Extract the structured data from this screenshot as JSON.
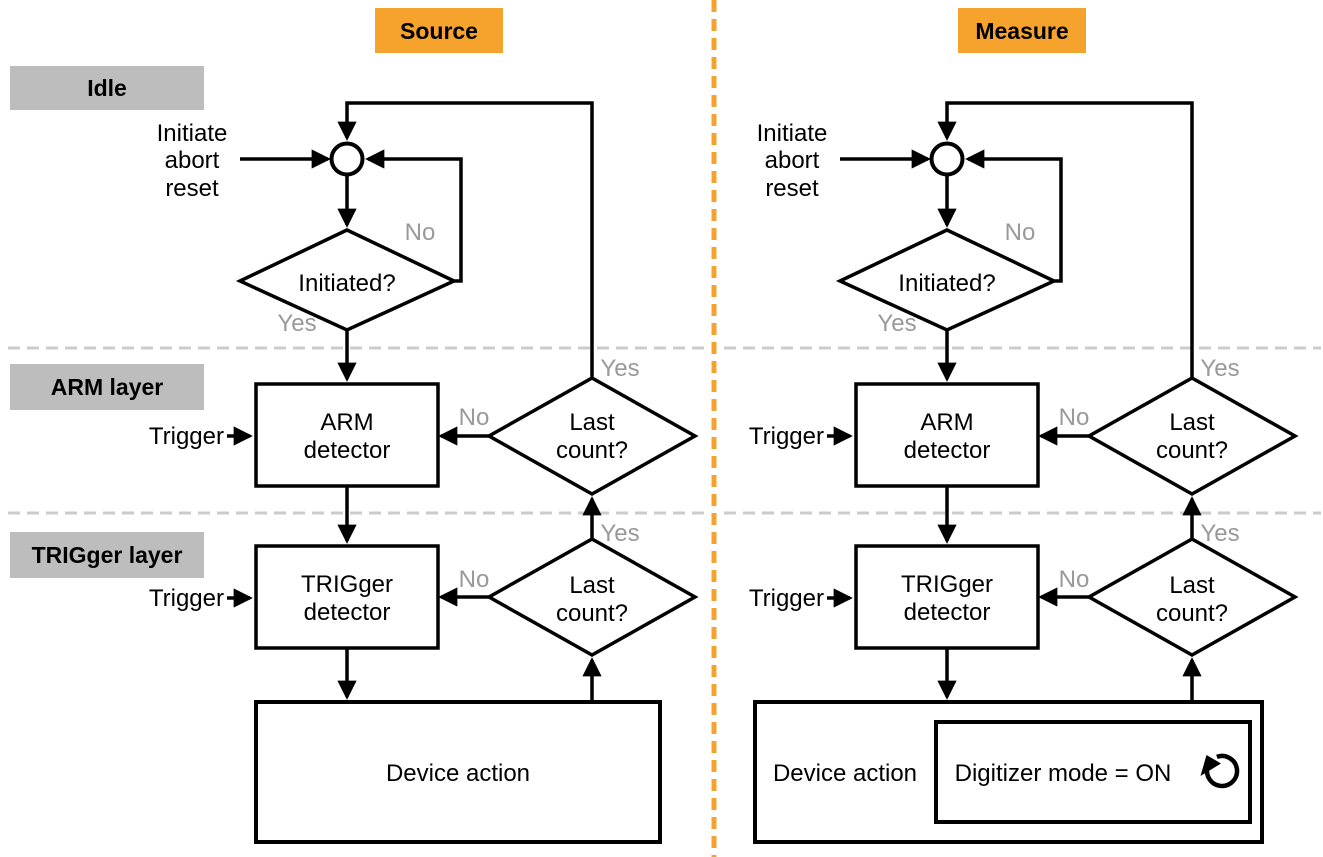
{
  "figure": {
    "title_semantics": "Trigger model flowchart with Source and Measure columns",
    "columns": {
      "source": {
        "header": "Source"
      },
      "measure": {
        "header": "Measure"
      }
    },
    "layer_labels": {
      "idle": "Idle",
      "arm": "ARM layer",
      "trigger": "TRIGger layer"
    },
    "labels": {
      "initiate": "Initiate",
      "abort": "abort",
      "reset": "reset",
      "initiated": "Initiated?",
      "yes": "Yes",
      "no": "No",
      "trigger": "Trigger",
      "arm": "ARM",
      "trigger_cap": "TRIGger",
      "detector": "detector",
      "last": "Last",
      "count": "count?",
      "device_action": "Device action",
      "digitizer_mode": "Digitizer mode = ON"
    },
    "icons": {
      "loop_icon": "circular-arrow-repeat"
    },
    "colors": {
      "accent_orange": "#F5A32D",
      "layer_box_gray": "#BDBDBD",
      "muted_label_gray": "#999999",
      "line_black": "#000000",
      "divider_gray": "#CCCCCC",
      "shape_fill_white": "#FFFFFF"
    }
  }
}
